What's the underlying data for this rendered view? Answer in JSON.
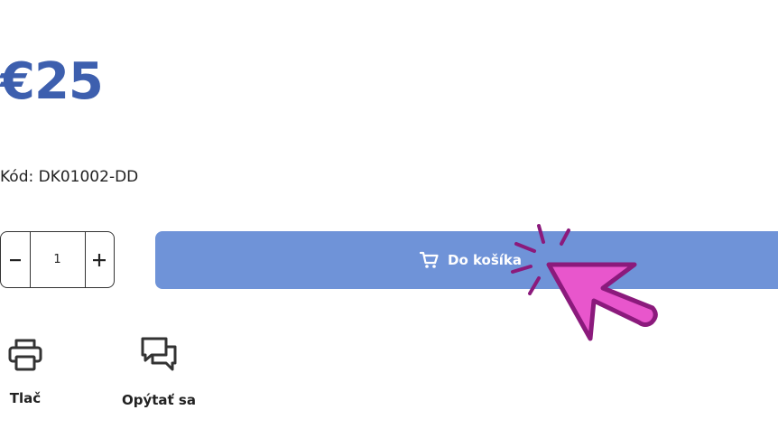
{
  "product": {
    "price": "€25",
    "sku_label": "Kód: DK01002-DD"
  },
  "quantity": {
    "value": "1",
    "minus_symbol": "−",
    "plus_symbol": "+"
  },
  "cart_button": {
    "label": "Do košíka",
    "icon": "cart-icon"
  },
  "actions": {
    "print": {
      "label": "Tlač",
      "icon": "printer-icon"
    },
    "ask": {
      "label": "Opýtať sa",
      "icon": "chat-bubbles-icon"
    }
  },
  "colors": {
    "price": "#3d5fae",
    "cart_button_bg": "#6f93d8",
    "cursor_fill": "#e856cc",
    "cursor_stroke": "#8b1a7c"
  }
}
